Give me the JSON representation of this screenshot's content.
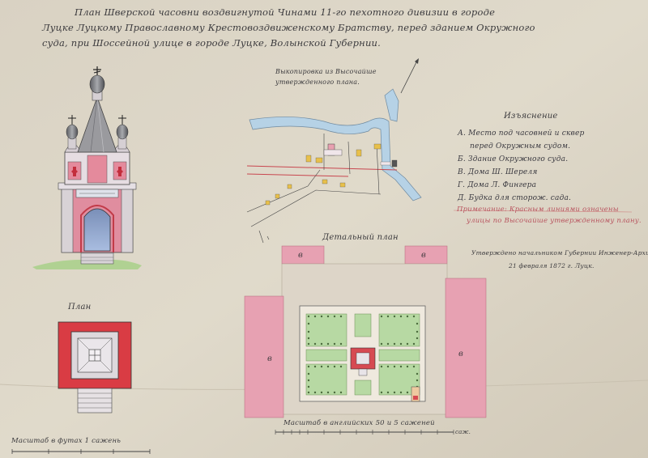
{
  "title_lines": [
    "План Шверской часовни воздвигнутой Чинами 11-го пехотного дивизии в городе",
    "Луцке Луцкому Православному Крестовоздвиженскому Братству, перед зданием Окружного",
    "суда, при Шоссейной улице в городе Луцке, Волынской Губернии."
  ],
  "location_plan": {
    "title": "Выкопировка из Высочайше утвержденного плана."
  },
  "legend": {
    "heading": "Изъяснение",
    "items": [
      "А. Место под часовней и сквер",
      "перед Окружным судом.",
      "Б. Здание Окружного суда.",
      "В. Дома Ш. Шереля",
      "Г. Дома Л. Фингера",
      "Д. Будка для сторож. сада."
    ],
    "note": [
      "Примечание: Красным линиями означены",
      "улицы по Высочайше утвержденному плану."
    ]
  },
  "signature": [
    "Утверждено начальником Губернии Инженер-Архитектор",
    "21 февраля 1872 г. Луцк."
  ],
  "detailed_plan": {
    "title": "Детальный план",
    "building_letters": [
      "в",
      "в",
      "в",
      "в"
    ],
    "scale_caption": "Масштаб в английских 50 и 5 саженей",
    "scale_unit": "саж."
  },
  "chapel_plan": {
    "title": "План",
    "scale_caption": "Масштаб в футах 1 сажень"
  },
  "colors": {
    "paper": "#d8d1c1",
    "ink": "#3b3a3d",
    "pink_wash": "#e7a1b2",
    "red_wash": "#d43c42",
    "green_wash": "#b7d9a3",
    "water_blue": "#b6d2e6",
    "yellow_wash": "#e8c04b"
  }
}
